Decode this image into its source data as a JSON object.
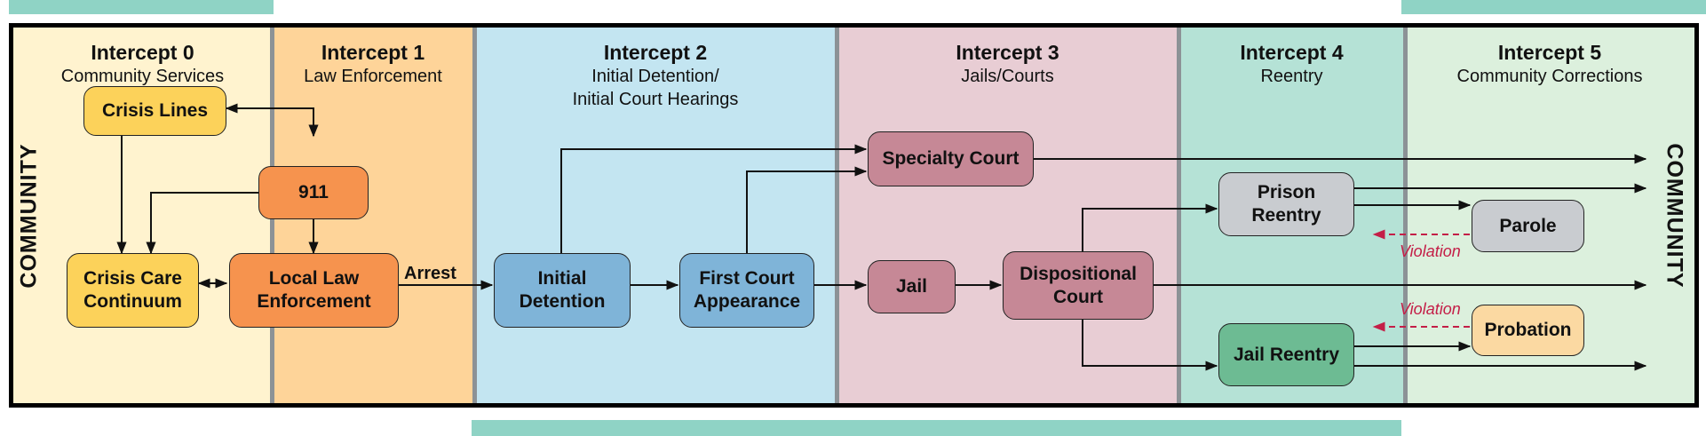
{
  "side_labels": {
    "left": "COMMUNITY",
    "right": "COMMUNITY"
  },
  "intercepts": [
    {
      "title": "Intercept 0",
      "subtitle": "Community Services",
      "color": "#fff3cf"
    },
    {
      "title": "Intercept 1",
      "subtitle": "Law Enforcement",
      "color": "#fed499"
    },
    {
      "title": "Intercept 2",
      "subtitle": "Initial Detention/\nInitial Court Hearings",
      "color": "#c3e5f1"
    },
    {
      "title": "Intercept 3",
      "subtitle": "Jails/Courts",
      "color": "#e8cdd4"
    },
    {
      "title": "Intercept 4",
      "subtitle": "Reentry",
      "color": "#b5e2d6"
    },
    {
      "title": "Intercept 5",
      "subtitle": "Community Corrections",
      "color": "#dcf0dd"
    }
  ],
  "nodes": {
    "crisis_lines": "Crisis Lines",
    "n911": "911",
    "crisis_care": "Crisis Care\nContinuum",
    "local_law": "Local Law\nEnforcement",
    "initial_detention": "Initial\nDetention",
    "first_court": "First Court\nAppearance",
    "specialty_court": "Specialty Court",
    "jail": "Jail",
    "dispositional_court": "Dispositional\nCourt",
    "prison_reentry": "Prison\nReentry",
    "jail_reentry": "Jail Reentry",
    "parole": "Parole",
    "probation": "Probation"
  },
  "labels": {
    "arrest": "Arrest",
    "violation_parole": "Violation",
    "violation_probation": "Violation"
  },
  "colors": {
    "yellow": "#fcd25a",
    "orange": "#f6934e",
    "blue": "#7fb4d8",
    "mauve": "#c68896",
    "gray": "#c9ccd0",
    "green": "#6dbb93",
    "peach": "#fbd9a2",
    "violation": "#c41e47"
  }
}
